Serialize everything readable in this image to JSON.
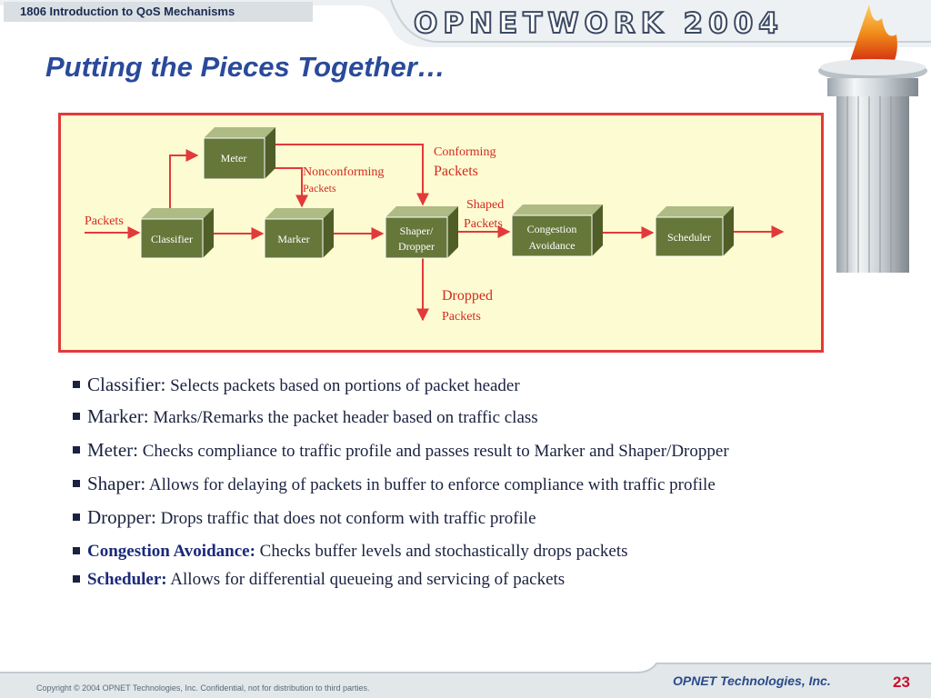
{
  "header": {
    "course": "1806 Introduction to QoS Mechanisms",
    "logo": "OPNETWORK 2004"
  },
  "slide": {
    "title": "Putting the Pieces Together…"
  },
  "diagram": {
    "blocks": {
      "meter": "Meter",
      "classifier": "Classifier",
      "marker": "Marker",
      "shaper_line1": "Shaper/",
      "shaper_line2": "Dropper",
      "congestion_line1": "Congestion",
      "congestion_line2": "Avoidance",
      "scheduler": "Scheduler"
    },
    "labels": {
      "packets": "Packets",
      "nonconforming": "Nonconforming",
      "nonconforming_packets": "Packets",
      "conforming": "Conforming",
      "conforming_packets": "Packets",
      "shaped": "Shaped",
      "shaped_packets": "Packets",
      "dropped": "Dropped",
      "dropped_packets": "Packets"
    }
  },
  "bullets": [
    {
      "term": "Classifier:",
      "desc": " Selects packets based on portions of packet header"
    },
    {
      "term": "Marker:",
      "desc": " Marks/Remarks the packet header based on traffic class"
    },
    {
      "term": "Meter:",
      "desc": " Checks compliance to traffic profile and passes result to Marker and Shaper/Dropper"
    },
    {
      "term": "Shaper:",
      "desc": " Allows for delaying of packets in buffer to enforce compliance with traffic profile"
    },
    {
      "term": "Dropper:",
      "desc": " Drops traffic that does not conform with traffic profile"
    },
    {
      "term": "Congestion Avoidance:",
      "desc": " Checks buffer levels and stochastically drops packets"
    },
    {
      "term": "Scheduler:",
      "desc": " Allows for differential queueing and servicing of packets"
    }
  ],
  "footer": {
    "copyright": "Copyright © 2004 OPNET Technologies, Inc.  Confidential, not for distribution to third parties.",
    "company": "OPNET Technologies, Inc.",
    "page_number": "23"
  },
  "colors": {
    "accent_red": "#e23a3a",
    "title_blue": "#2a4a9a",
    "block_green": "#66773a",
    "diagram_bg": "#fdfbd2"
  }
}
